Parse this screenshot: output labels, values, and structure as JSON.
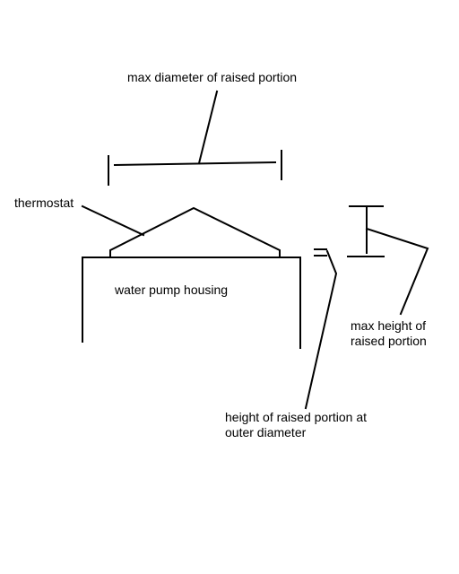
{
  "labels": {
    "max_diameter": "max diameter of raised portion",
    "thermostat": "thermostat",
    "housing": "water pump housing",
    "max_height": [
      "max height of",
      "raised portion"
    ],
    "outer_height": [
      "height of raised portion at",
      "outer diameter"
    ]
  },
  "colors": {
    "stroke": "#000000",
    "background": "#ffffff"
  }
}
